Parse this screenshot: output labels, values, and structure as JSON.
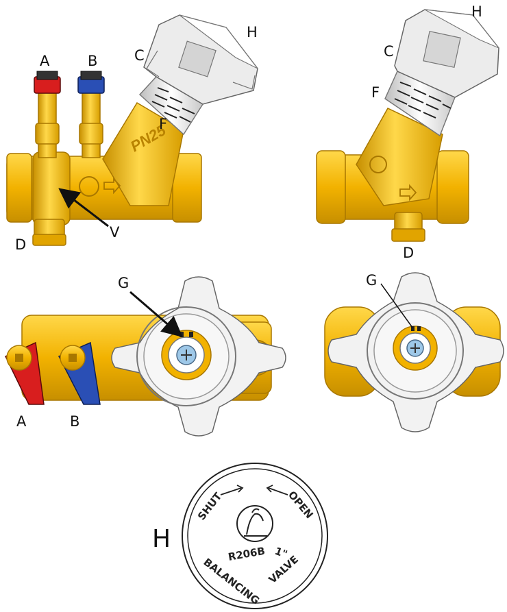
{
  "labels": {
    "A": "A",
    "B": "B",
    "C": "C",
    "D": "D",
    "F": "F",
    "G": "G",
    "H": "H",
    "V": "V"
  },
  "valve_marking": "PN25",
  "cap": {
    "shut": "SHUT",
    "open": "OPEN",
    "model": "R206B",
    "size": "1\"",
    "balancing": "BALANCING",
    "valve": "VALVE"
  },
  "colors": {
    "brass": "#f2b200",
    "brass_dark": "#c78f00",
    "handwheel": "#ececec",
    "port_a": "#d81e1e",
    "port_b": "#2a4fb5"
  }
}
